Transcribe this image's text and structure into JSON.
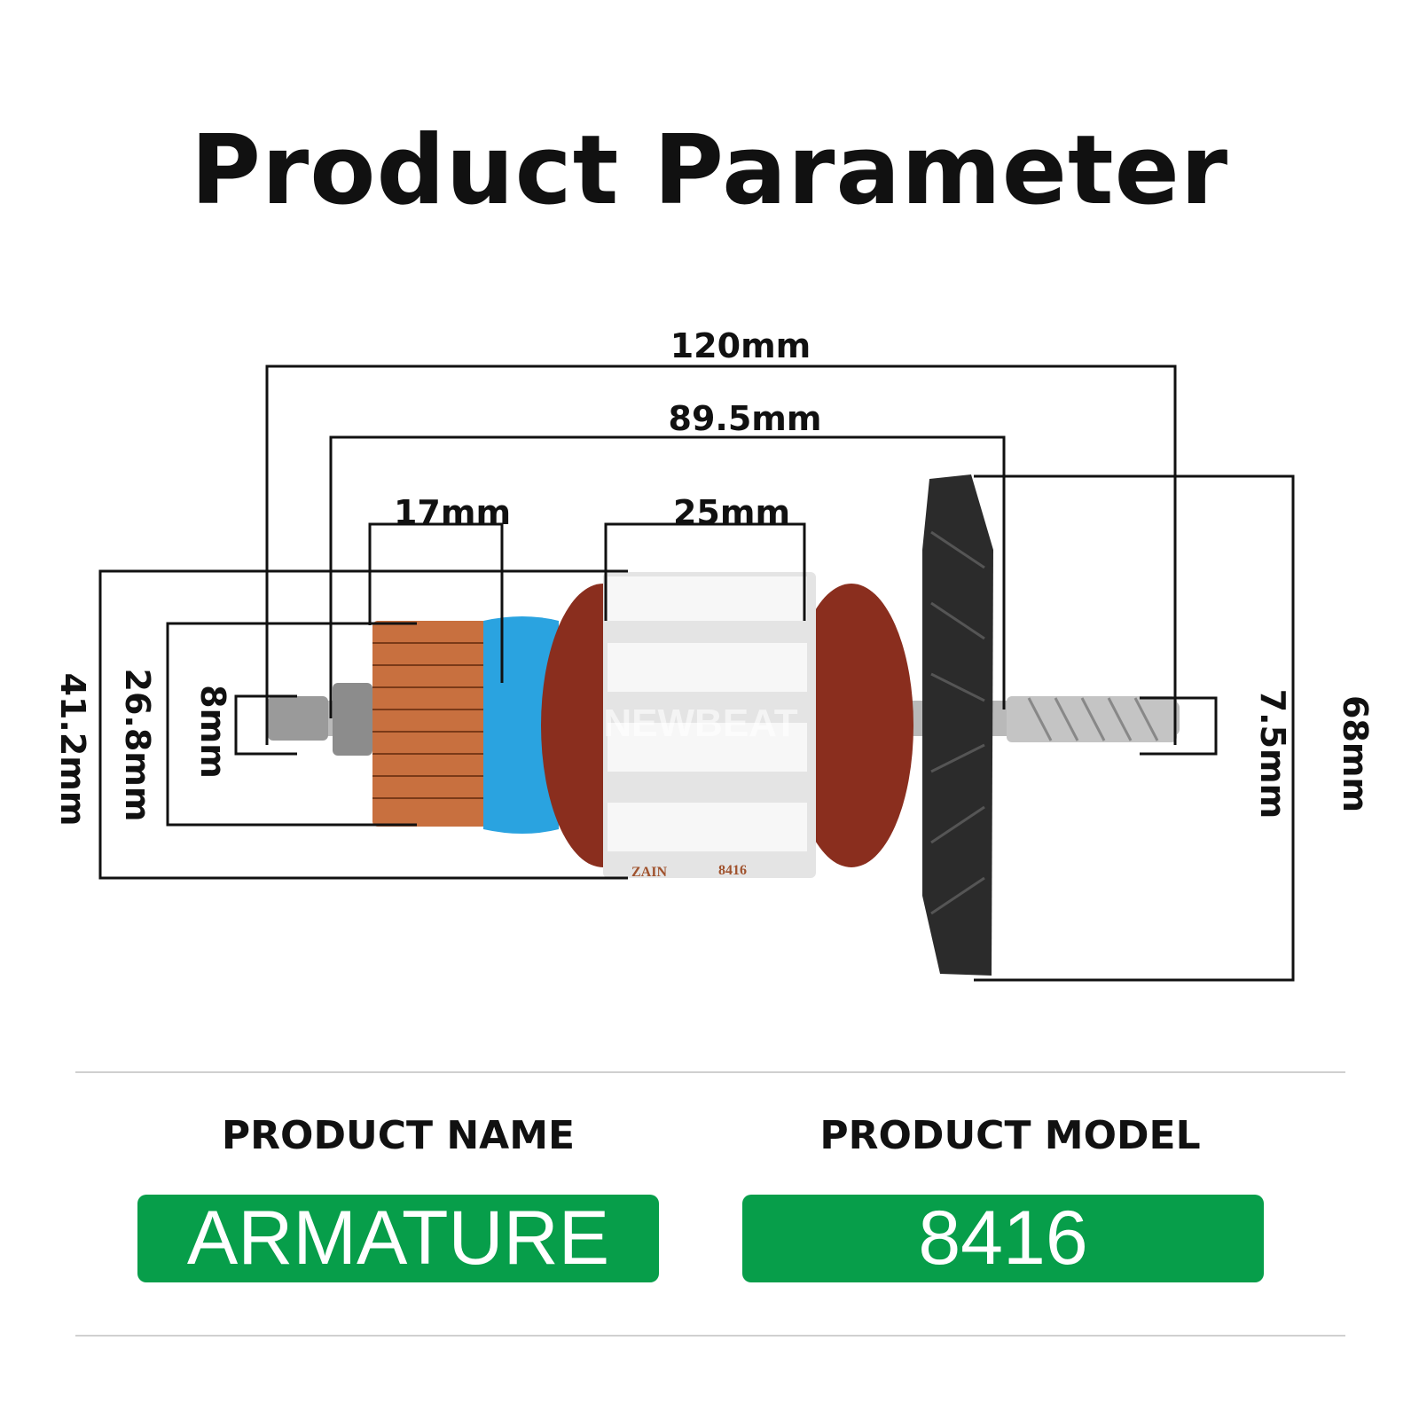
{
  "title": "Product Parameter",
  "dimensions": {
    "overall_length": "120mm",
    "body_length": "89.5mm",
    "commutator_length": "17mm",
    "core_length": "25mm",
    "core_diameter": "41.2mm",
    "commutator_diameter": "26.8mm",
    "rear_shaft_diameter": "8mm",
    "pinion_diameter": "7.5mm",
    "fan_diameter": "68mm"
  },
  "photo_lettering": {
    "watermark": "NEWBEAT",
    "stamp_brand": "ZAIN",
    "stamp_model": "8416"
  },
  "product_name": {
    "label": "PRODUCT NAME",
    "value": "ARMATURE"
  },
  "product_model": {
    "label": "PRODUCT  MODEL",
    "value": "8416"
  },
  "colors": {
    "accent_green": "#079e4a",
    "copper": "#c8703f",
    "insulation_blue": "#2aa3e0",
    "fan": "#2b2b2b"
  }
}
